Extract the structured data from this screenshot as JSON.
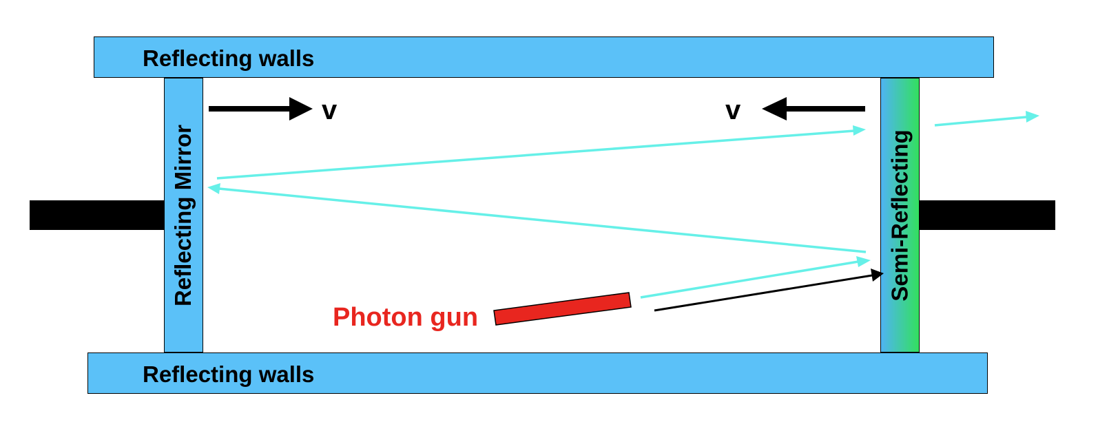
{
  "top_wall": {
    "label": "Reflecting walls"
  },
  "bottom_wall": {
    "label": "Reflecting walls"
  },
  "left_mirror": {
    "label": "Reflecting Mirror"
  },
  "right_mirror": {
    "label": "Semi-Reflecting"
  },
  "velocity_left": {
    "label": "v"
  },
  "velocity_right": {
    "label": "v"
  },
  "photon_gun": {
    "label": "Photon gun"
  },
  "colors": {
    "wall": "#5bc1f8",
    "photon": "#66f0e8",
    "gun": "#e8261f",
    "semi_reflecting_gradient": [
      "#4fb4f3",
      "#33e05e"
    ]
  }
}
